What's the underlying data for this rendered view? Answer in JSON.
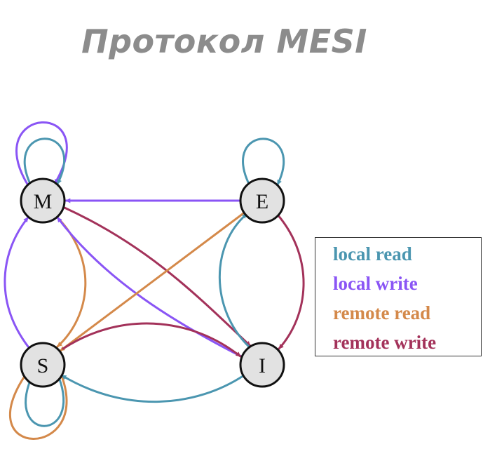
{
  "title": "Протокол MESI",
  "colors": {
    "local_read": "#4b96b0",
    "local_write": "#8a55f5",
    "remote_read": "#d4894a",
    "remote_write": "#a3325a"
  },
  "states": {
    "M": "M",
    "E": "E",
    "S": "S",
    "I": "I"
  },
  "legend": [
    {
      "label": "local read",
      "color": "#4b96b0"
    },
    {
      "label": "local write",
      "color": "#8a55f5"
    },
    {
      "label": "remote read",
      "color": "#d4894a"
    },
    {
      "label": "remote write",
      "color": "#a3325a"
    }
  ]
}
